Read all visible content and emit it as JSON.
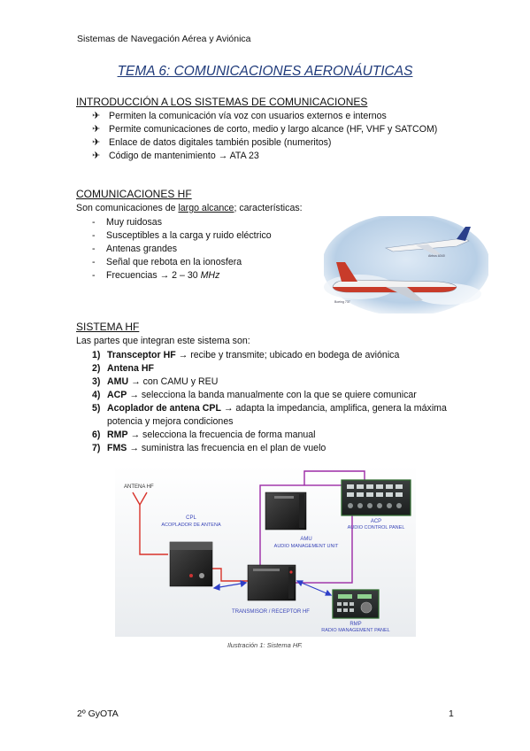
{
  "header": {
    "text": "Sistemas de Navegación Aérea y Aviónica"
  },
  "title": "TEMA 6: COMUNICACIONES AERONÁUTICAS",
  "intro": {
    "heading": "INTRODUCCIÓN A LOS SISTEMAS DE COMUNICACIONES",
    "bullet_marker": "✈",
    "items": [
      "Permiten la comunicación vía voz con usuarios externos e internos",
      "Permite comunicaciones de corto, medio y largo alcance (HF, VHF y SATCOM)",
      "Enlace de datos digitales también posible (numeritos)",
      "Código de mantenimiento → ATA 23"
    ]
  },
  "hf": {
    "heading": "COMUNICACIONES HF",
    "lead_pre": "Son comunicaciones de ",
    "lead_underlined": "largo alcance",
    "lead_post": "; características:",
    "dash": "-",
    "items": [
      "Muy ruidosas",
      "Susceptibles a la carga y ruido eléctrico",
      "Antenas grandes",
      "Señal que rebota en la ionosfera"
    ],
    "last_item_text": "Frecuencias → 2 – 30 ",
    "last_item_unit": "MHz",
    "image_labels": {
      "plane1": "Airbus A340",
      "plane2": "Boeing 737"
    }
  },
  "system": {
    "heading": "SISTEMA HF",
    "lead": "Las partes que integran este sistema son:",
    "items": [
      {
        "num": "1)",
        "bold": "Transceptor HF",
        "text": " → recibe y transmite; ubicado en bodega de aviónica"
      },
      {
        "num": "2)",
        "bold": "Antena HF",
        "text": ""
      },
      {
        "num": "3)",
        "bold": "AMU",
        "text": " → con CAMU y REU"
      },
      {
        "num": "4)",
        "bold": "ACP",
        "text": " → selecciona la banda manualmente con la que se quiere comunicar"
      },
      {
        "num": "5)",
        "bold": "Acoplador de antena CPL",
        "text": " → adapta la impedancia, amplifica, genera la máxima potencia y mejora condiciones"
      },
      {
        "num": "6)",
        "bold": "RMP",
        "text": " → selecciona la frecuencia de forma manual"
      },
      {
        "num": "7)",
        "bold": "FMS",
        "text": " → suministra las frecuencia en el plan de vuelo"
      }
    ]
  },
  "diagram": {
    "antenna": "ANTENA HF",
    "cpl_1": "CPL",
    "cpl_2": "ACOPLADOR DE ANTENA",
    "amu_1": "AMU",
    "amu_2": "AUDIO MANAGEMENT UNIT",
    "acp_1": "ACP",
    "acp_2": "AUDIO CONTROL PANEL",
    "tx": "TRANSMISOR / RECEPTOR HF",
    "rmp_1": "RMP",
    "rmp_2": "RADIO MANAGEMENT PANEL",
    "colors": {
      "red": "#d8322a",
      "purple": "#9c2aa6",
      "blue": "#2e3fc8",
      "label": "#3a46b8"
    }
  },
  "caption": "Ilustración 1: Sistema HF.",
  "footer": {
    "left": "2º GyOTA",
    "right": "1"
  }
}
